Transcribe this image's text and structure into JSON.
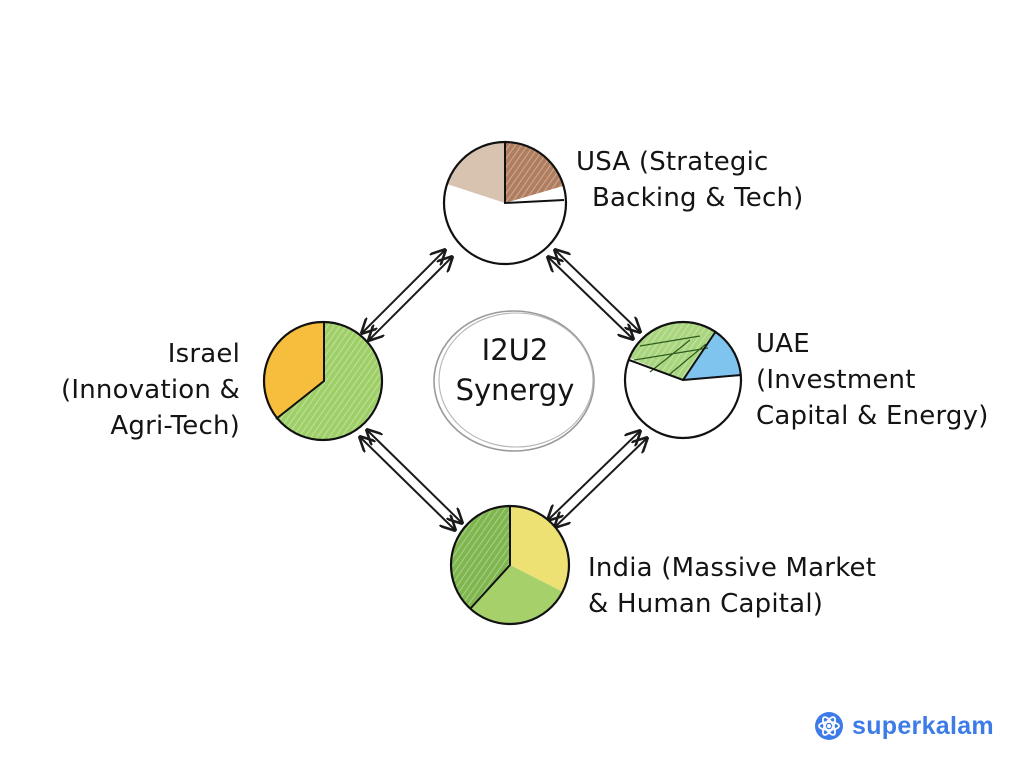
{
  "center": {
    "line1": "I2U2",
    "line2": "Synergy"
  },
  "nodes": {
    "usa": {
      "line1": "USA (Strategic",
      "line2": "Backing & Tech)"
    },
    "uae": {
      "line1": "UAE",
      "line2": "(Investment",
      "line3": "Capital & Energy)"
    },
    "israel": {
      "line1": "Israel",
      "line2": "(Innovation &",
      "line3": "Agri-Tech)"
    },
    "india": {
      "line1": "India (Massive Market",
      "line2": "& Human Capital)"
    }
  },
  "brand": {
    "name": "superkalam",
    "logo_icon": "atom-icon",
    "color": "#3d7be8"
  },
  "colors": {
    "usa_light": "#d8c2b0",
    "usa_dark": "#b07e5f",
    "uae_green": "#a9d57e",
    "uae_blue": "#7ec4ee",
    "israel_orange": "#f6be3c",
    "israel_green": "#9fd068",
    "india_dark": "#7fb64e",
    "india_green": "#a6d06a",
    "india_yellow": "#ede174"
  }
}
